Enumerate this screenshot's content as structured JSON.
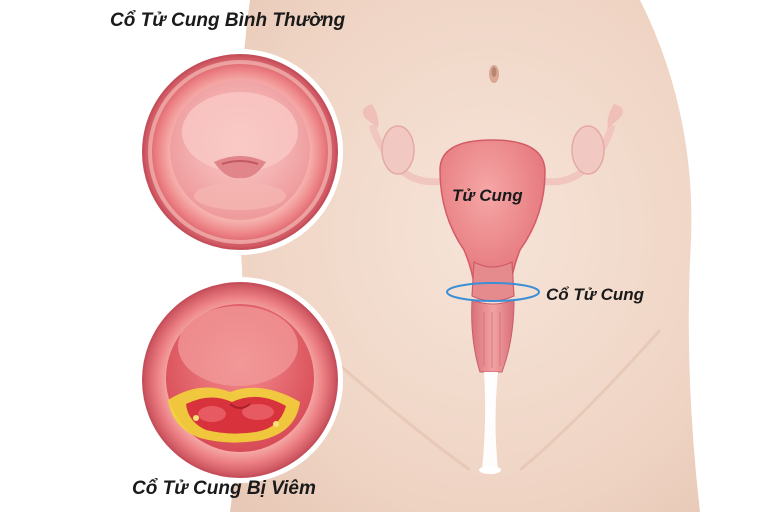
{
  "labels": {
    "normal_cervix": "Cổ Tử Cung Bình Thường",
    "inflamed_cervix": "Cổ Tử Cung Bị Viêm",
    "uterus": "Tử Cung",
    "cervix": "Cổ Tử Cung"
  },
  "colors": {
    "background": "#ffffff",
    "skin": "#f3ddd0",
    "tissue_pink": "#e8767c",
    "tissue_light": "#f7b7b4",
    "ring_blue": "#3a8fd6",
    "pus_yellow": "#f2d33a",
    "inflamed_red": "#d8323c"
  }
}
